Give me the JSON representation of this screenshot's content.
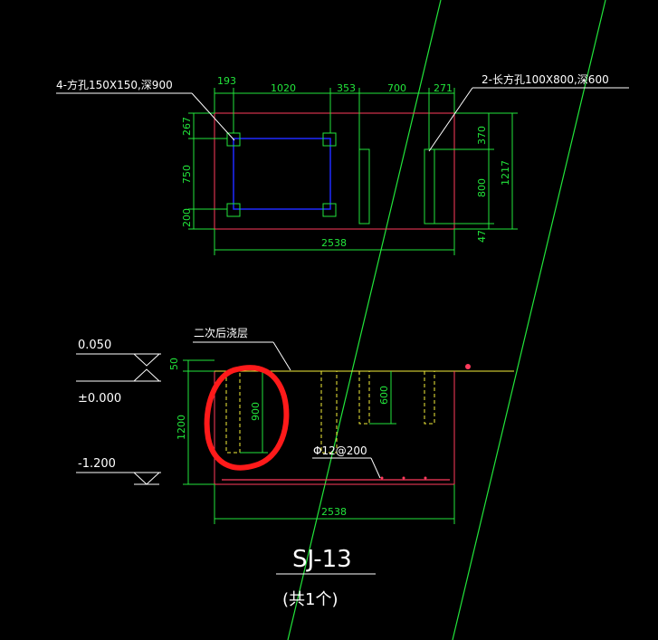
{
  "plan": {
    "top_dims": [
      "193",
      "1020",
      "353",
      "700",
      "271"
    ],
    "right_dims": [
      "370",
      "800",
      "47"
    ],
    "right_total": "1217",
    "left_dims": [
      "267",
      "750",
      "200"
    ],
    "bottom_total": "2538",
    "label_square_holes": "4-方孔150X150,深900",
    "label_long_holes": "2-长方孔100X800,深600"
  },
  "section": {
    "elev_top": "0.050",
    "elev_zero": "±0.000",
    "elev_bottom": "-1.200",
    "dim_50": "50",
    "dim_1200": "1200",
    "dim_900": "900",
    "dim_600": "600",
    "label_grout": "二次后浇层",
    "rebar": "Φ12@200",
    "bottom_total": "2538"
  },
  "title": {
    "name": "SJ-13",
    "count": "(共1个)"
  },
  "colors": {
    "background": "#000000",
    "outline": "#ff3b5c",
    "dimension": "#22e53b",
    "text": "#ffffff",
    "hole_outline": "#1f2bff",
    "hidden": "#f4ee3a",
    "annotation_circle": "#ff1a1a"
  }
}
